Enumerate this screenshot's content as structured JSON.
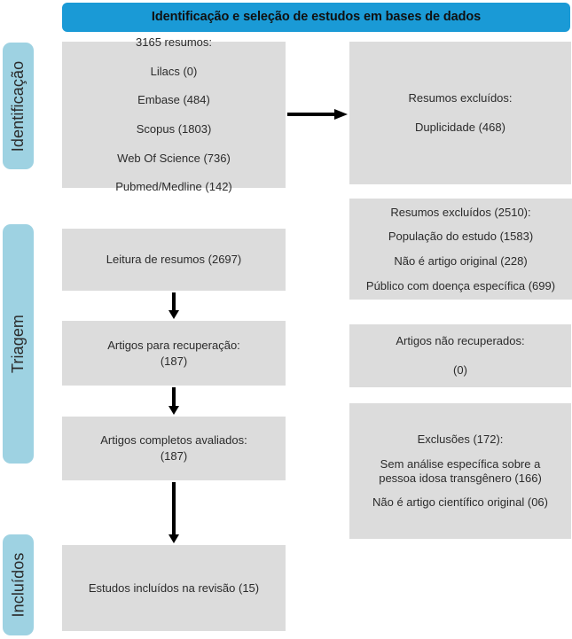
{
  "header": {
    "title": "Identificação e seleção de estudos em bases de dados"
  },
  "colors": {
    "header_blue": "#1a9ad6",
    "stage_blue": "#9ed2e2",
    "box_grey": "#dcdcdc",
    "text": "#2b2b2b",
    "arrow": "#000000"
  },
  "stages": [
    {
      "id": "identificacao",
      "label": "Identificação"
    },
    {
      "id": "triagem",
      "label": "Triagem"
    },
    {
      "id": "incluidos",
      "label": "Incluídos"
    }
  ],
  "boxes": {
    "identificacao_fontes": {
      "lines": [
        "3165 resumos:",
        "Lilacs (0)",
        "Embase (484)",
        "Scopus (1803)",
        "Web Of Science (736)",
        "Pubmed/Medline (142)"
      ]
    },
    "duplicidade": {
      "lines": [
        "Resumos excluídos:",
        "Duplicidade (468)"
      ]
    },
    "excluidos": {
      "lines": [
        "Resumos excluídos (2510):",
        "População do estudo (1583)",
        "Não é artigo original (228)",
        "Público com doença específica (699)"
      ]
    },
    "leitura": {
      "lines": [
        "Leitura de resumos (2697)"
      ]
    },
    "recuperacao": {
      "lines": [
        "Artigos para recuperação:",
        "(187)"
      ]
    },
    "nao_recuperados": {
      "lines": [
        "Artigos não recuperados:",
        "(0)"
      ]
    },
    "completos": {
      "lines": [
        "Artigos completos avaliados:",
        "(187)"
      ]
    },
    "exclusoes": {
      "lines": [
        "Exclusões (172):",
        "Sem análise específica sobre a pessoa idosa transgênero (166)",
        "Não é artigo científico original (06)"
      ]
    },
    "incluidos": {
      "lines": [
        "Estudos incluídos na revisão (15)"
      ]
    }
  },
  "arrows": [
    {
      "id": "right-duplicidade",
      "direction": "right"
    },
    {
      "id": "down-leitura-recuperacao",
      "direction": "down"
    },
    {
      "id": "down-recuperacao-completos",
      "direction": "down"
    },
    {
      "id": "down-completos-incluidos",
      "direction": "down"
    }
  ]
}
